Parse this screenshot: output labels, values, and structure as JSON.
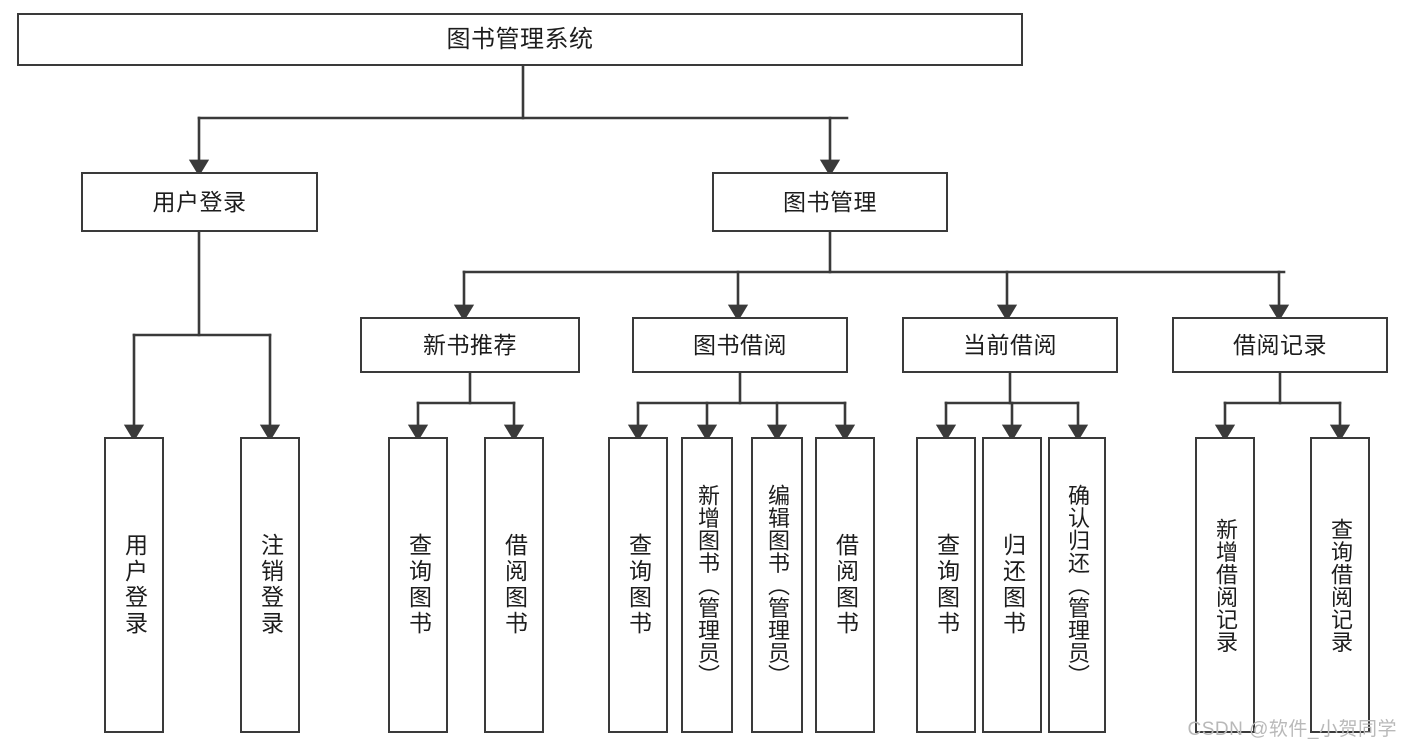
{
  "diagram": {
    "title": "图书管理系统",
    "watermark": "CSDN @软件_小贺同学",
    "stroke_color": "#3a3a3a",
    "text_color": "#1d1d1d",
    "background_color": "#ffffff",
    "watermark_color": "#b9b9b9",
    "levels": {
      "root": {
        "label": "图书管理系统"
      },
      "level2": [
        {
          "label": "用户登录"
        },
        {
          "label": "图书管理"
        }
      ],
      "level3": [
        {
          "label": "新书推荐"
        },
        {
          "label": "图书借阅"
        },
        {
          "label": "当前借阅"
        },
        {
          "label": "借阅记录"
        }
      ],
      "leaves": {
        "user_login": [
          {
            "label": "用户登录"
          },
          {
            "label": "注销登录"
          }
        ],
        "new_book_recommend": [
          {
            "label": "查询图书"
          },
          {
            "label": "借阅图书"
          }
        ],
        "book_borrow": [
          {
            "label": "查询图书"
          },
          {
            "label": "新增图书（管理员）"
          },
          {
            "label": "编辑图书（管理员）"
          },
          {
            "label": "借阅图书"
          }
        ],
        "current_borrow": [
          {
            "label": "查询图书"
          },
          {
            "label": "归还图书"
          },
          {
            "label": "确认归还（管理员）"
          }
        ],
        "borrow_record": [
          {
            "label": "新增借阅记录"
          },
          {
            "label": "查询借阅记录"
          }
        ]
      }
    }
  }
}
